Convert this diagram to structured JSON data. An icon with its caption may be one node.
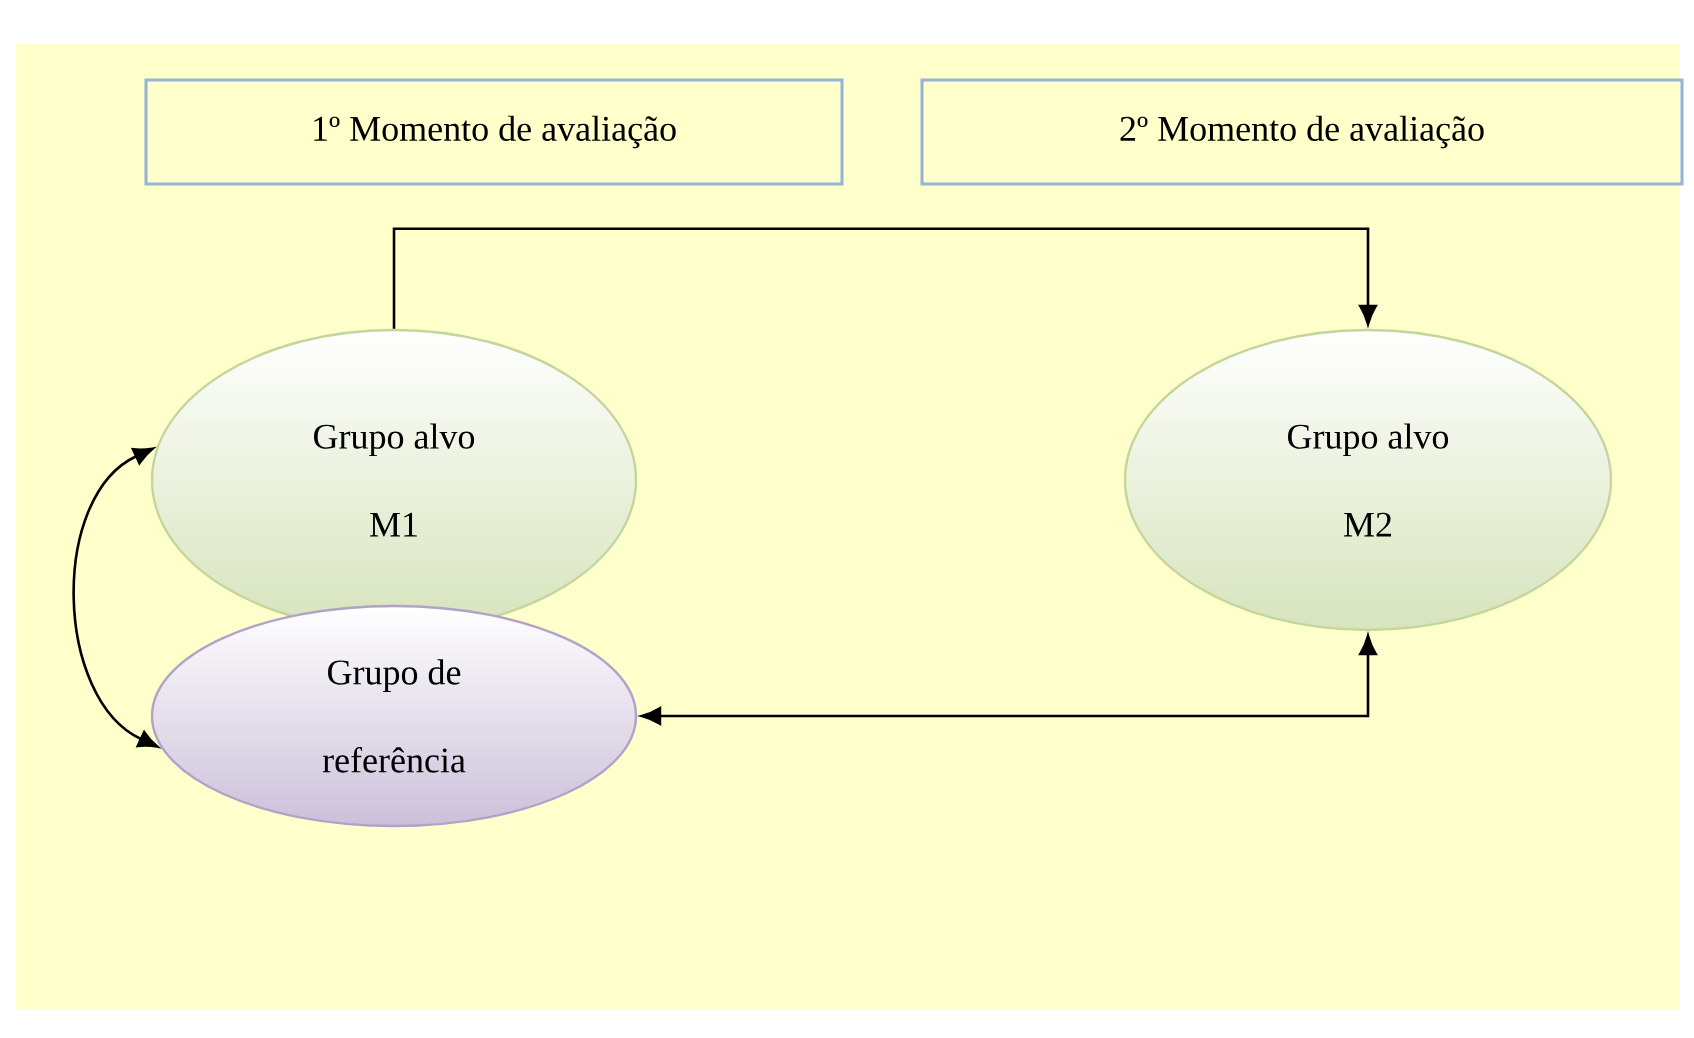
{
  "diagram": {
    "nodes": [
      {
        "text": [
          "1º Momento de avaliação"
        ]
      },
      {
        "text": [
          "2º Momento de avaliação"
        ]
      },
      {
        "text": [
          "Grupo alvo M1"
        ]
      },
      {
        "text": [
          "Grupo alvo M2"
        ]
      },
      {
        "text": [
          "Grupo de referência"
        ]
      }
    ],
    "edges": [
      {
        "from": 2,
        "to": 3,
        "arrow": "to"
      },
      {
        "from": 4,
        "to": 3,
        "arrow": "both"
      },
      {
        "from": 2,
        "to": 4,
        "arrow": "both"
      }
    ]
  }
}
